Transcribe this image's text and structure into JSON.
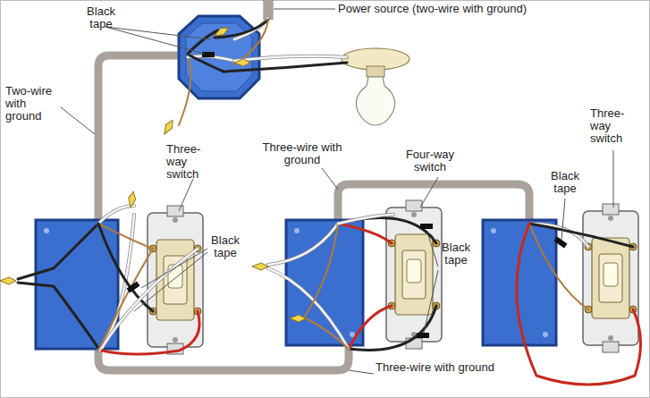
{
  "diagram": {
    "labels": [
      "Black tape",
      "Power source (two-wire with ground)",
      "Two-wire with ground",
      "Three-way switch",
      "Black tape",
      "Three-wire with ground",
      "Four-way switch",
      "Black tape",
      "Three-way switch",
      "Black tape",
      "Three-wire with ground"
    ]
  }
}
